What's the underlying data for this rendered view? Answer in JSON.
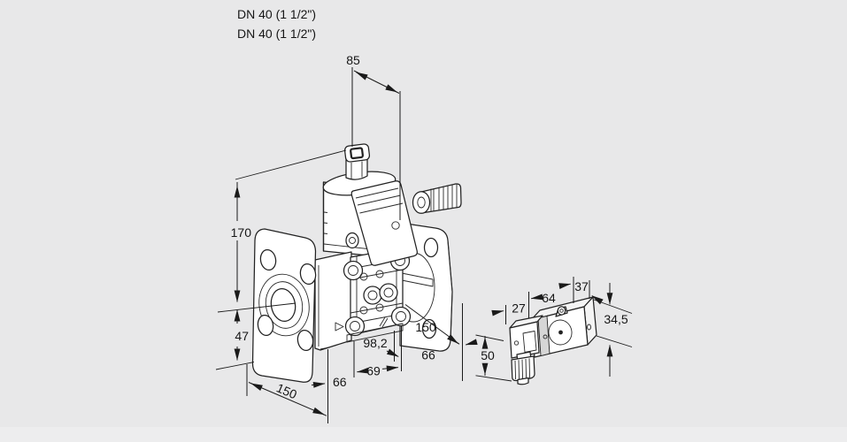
{
  "page": {
    "background": "#e8e8e9",
    "footer_strip": "#ededee"
  },
  "product_labels": {
    "line1": "DN 40 (1 1/2\")",
    "line2": "DN 40 (1 1/2\")"
  },
  "dimensions_mm": {
    "d85": "85",
    "d170": "170",
    "d47": "47",
    "d150_flange": "150",
    "d66_bottom": "66",
    "d69": "69",
    "d98_2": "98,2",
    "d150_length": "150",
    "d66_right": "66",
    "d50": "50",
    "d27": "27",
    "d64": "64",
    "d37": "37",
    "d34_5": "34,5"
  },
  "colors": {
    "line": "#222222",
    "dimension": "#161616",
    "background": "#e8e8e9"
  }
}
